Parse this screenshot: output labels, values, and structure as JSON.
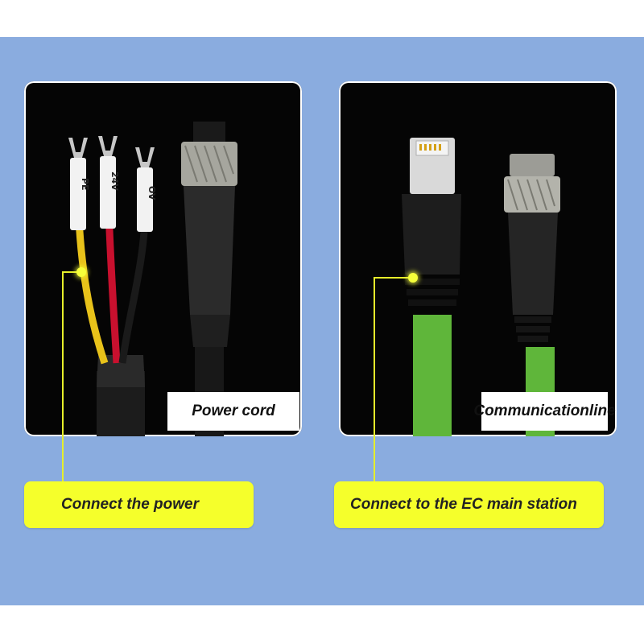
{
  "left_panel": {
    "wire_labels": [
      "PE",
      "24V",
      "OV"
    ],
    "caption": "Power cord",
    "callout": "Connect the power"
  },
  "right_panel": {
    "caption_line1": "Communication",
    "caption_line2": "line",
    "callout": "Connect to the EC main station"
  },
  "colors": {
    "background_band": "#8aacdf",
    "callout_fill": "#f5ff2b",
    "cable_green": "#5fb63a",
    "wire_yellow": "#e8c21a",
    "wire_red": "#c8102e"
  }
}
